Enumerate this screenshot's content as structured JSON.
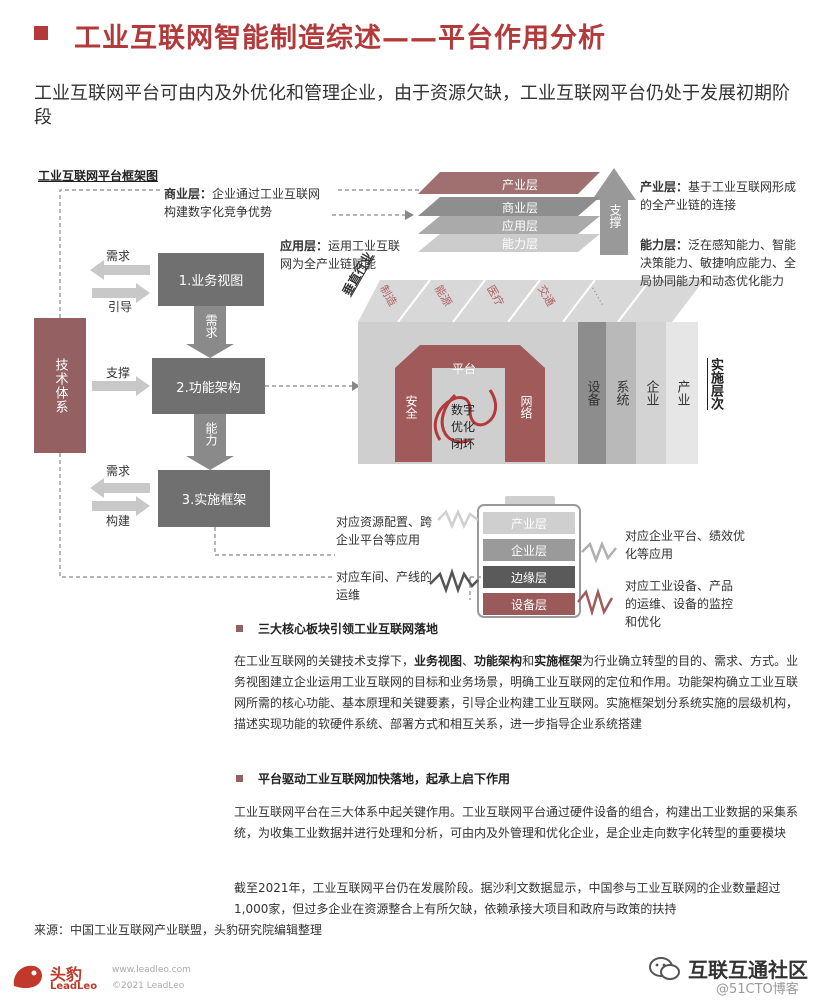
{
  "header": {
    "title": "工业互联网智能制造综述——平台作用分析",
    "subtitle": "工业互联网平台可由内及外优化和管理企业，由于资源欠缺，工业互联网平台仍处于发展初期阶段"
  },
  "framework": {
    "title": "工业互联网平台框架图",
    "commerce_note_label": "商业层：",
    "commerce_note_text": "企业通过工业互联网构建数字化竞争优势",
    "app_note_label": "应用层：",
    "app_note_text": "运用工业互联网为全产业链赋能",
    "industry_note_label": "产业层：",
    "industry_note_text": "基于工业互联网形成的全产业链的连接",
    "capability_note_label": "能力层：",
    "capability_note_text": "泛在感知能力、智能决策能力、敏捷响应能力、全局协同能力和动态优化能力",
    "stack_layers": [
      "产业层",
      "商业层",
      "应用层",
      "能力层"
    ],
    "stack_arrow_label": "支撑",
    "tech_system": "技术体系",
    "business_view": "1.业务视图",
    "function_arch": "2.功能架构",
    "impl_framework": "3.实施框架",
    "demand_1": "需求",
    "guide": "引导",
    "support": "支撑",
    "demand_2": "需求",
    "build": "构建",
    "arrow_demand": "需求",
    "arrow_capability": "能力",
    "vertical_industries_label": "垂直行业",
    "industries": [
      "制造",
      "能源",
      "医疗",
      "交通",
      "……"
    ],
    "platform": "平台",
    "security": "安全",
    "network": "网络",
    "digital_loop": "数字优化闭环",
    "impl_layers": [
      "设备",
      "系统",
      "企业",
      "产业"
    ],
    "impl_levels": "实施层次",
    "battery_layers": [
      "产业层",
      "企业层",
      "边缘层",
      "设备层"
    ],
    "left_note_1": "对应资源配置、跨企业平台等应用",
    "left_note_2": "对应车间、产线的运维",
    "right_note_1": "对应企业平台、绩效优化等应用",
    "right_note_2": "对应工业设备、产品的运维、设备的监控和优化"
  },
  "sections": [
    {
      "heading": "三大核心板块引领工业互联网落地",
      "p_pre": "在工业互联网的关键技术支撑下，",
      "p_b1": "业务视图",
      "p_sep1": "、",
      "p_b2": "功能架构",
      "p_sep2": "和",
      "p_b3": "实施框架",
      "p_post": "为行业确立转型的目的、需求、方式。业务视图建立企业运用工业互联网的目标和业务场景，明确工业互联网的定位和作用。功能架构确立工业互联网所需的核心功能、基本原理和关键要素，引导企业构建工业互联网。实施框架划分系统实施的层级机构，描述实现功能的软硬件系统、部署方式和相互关系，进一步指导企业系统搭建"
    },
    {
      "heading": "平台驱动工业互联网加快落地，起承上启下作用",
      "p1": "工业互联网平台在三大体系中起关键作用。工业互联网平台通过硬件设备的组合，构建出工业数据的采集系统，为收集工业数据并进行处理和分析，可由内及外管理和优化企业，是企业走向数字化转型的重要模块",
      "p2": "截至2021年，工业互联网平台仍在发展阶段。据沙利文数据显示，中国参与工业互联网的企业数量超过1,000家，但过多企业在资源整合上有所欠缺，依赖承接大项目和政府与政策的扶持"
    }
  ],
  "footer": {
    "source": "来源：中国工业互联网产业联盟，头豹研究院编辑整理",
    "logo_cn": "头豹",
    "logo_en": "LeadLeo",
    "site": "www.leadleo.com",
    "copyright": "©2021 LeadLeo",
    "wechat": "互联互通社区",
    "watermark": "@51CTO博客"
  },
  "colors": {
    "accent": "#b33a3a",
    "tech_box": "#946061",
    "gray_box": "#707070"
  }
}
